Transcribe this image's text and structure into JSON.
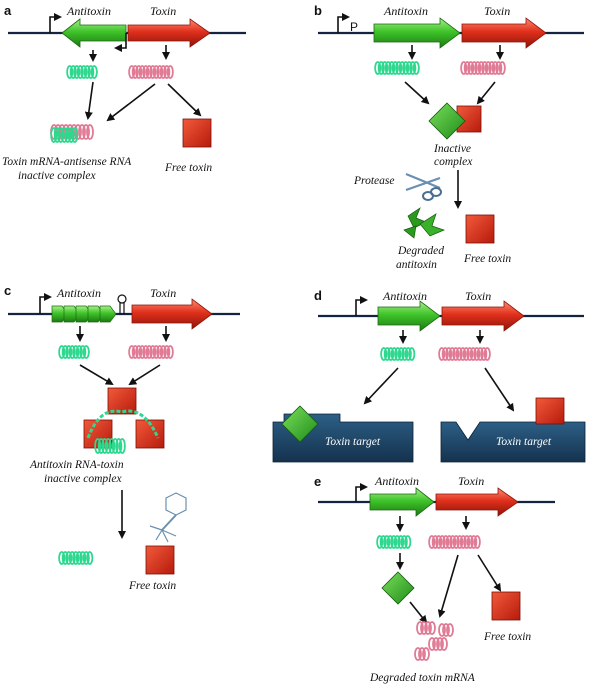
{
  "panels": {
    "a": {
      "label": "a",
      "antitoxin": "Antitoxin",
      "toxin": "Toxin",
      "complex_line1": "Toxin mRNA-antisense RNA",
      "complex_line2": "inactive complex",
      "free_toxin": "Free toxin"
    },
    "b": {
      "label": "b",
      "promoter": "P",
      "antitoxin": "Antitoxin",
      "toxin": "Toxin",
      "inactive_line1": "Inactive",
      "inactive_line2": "complex",
      "protease": "Protease",
      "degraded_line1": "Degraded",
      "degraded_line2": "antitoxin",
      "free_toxin": "Free toxin"
    },
    "c": {
      "label": "c",
      "antitoxin": "Antitoxin",
      "toxin": "Toxin",
      "complex_line1": "Antitoxin RNA-toxin",
      "complex_line2": "inactive complex",
      "free_toxin": "Free toxin"
    },
    "d": {
      "label": "d",
      "antitoxin": "Antitoxin",
      "toxin": "Toxin",
      "target_left": "Toxin target",
      "target_right": "Toxin target"
    },
    "e": {
      "label": "e",
      "antitoxin": "Antitoxin",
      "toxin": "Toxin",
      "free_toxin": "Free toxin",
      "degraded": "Degraded toxin mRNA"
    }
  },
  "colors": {
    "antitoxin_green": "#3fc42a",
    "toxin_red": "#e0301c",
    "antitoxin_rna": "#2ed88e",
    "toxin_mrna": "#e07a95",
    "target_blue": "#1d4466",
    "dna_line": "#14233f"
  }
}
